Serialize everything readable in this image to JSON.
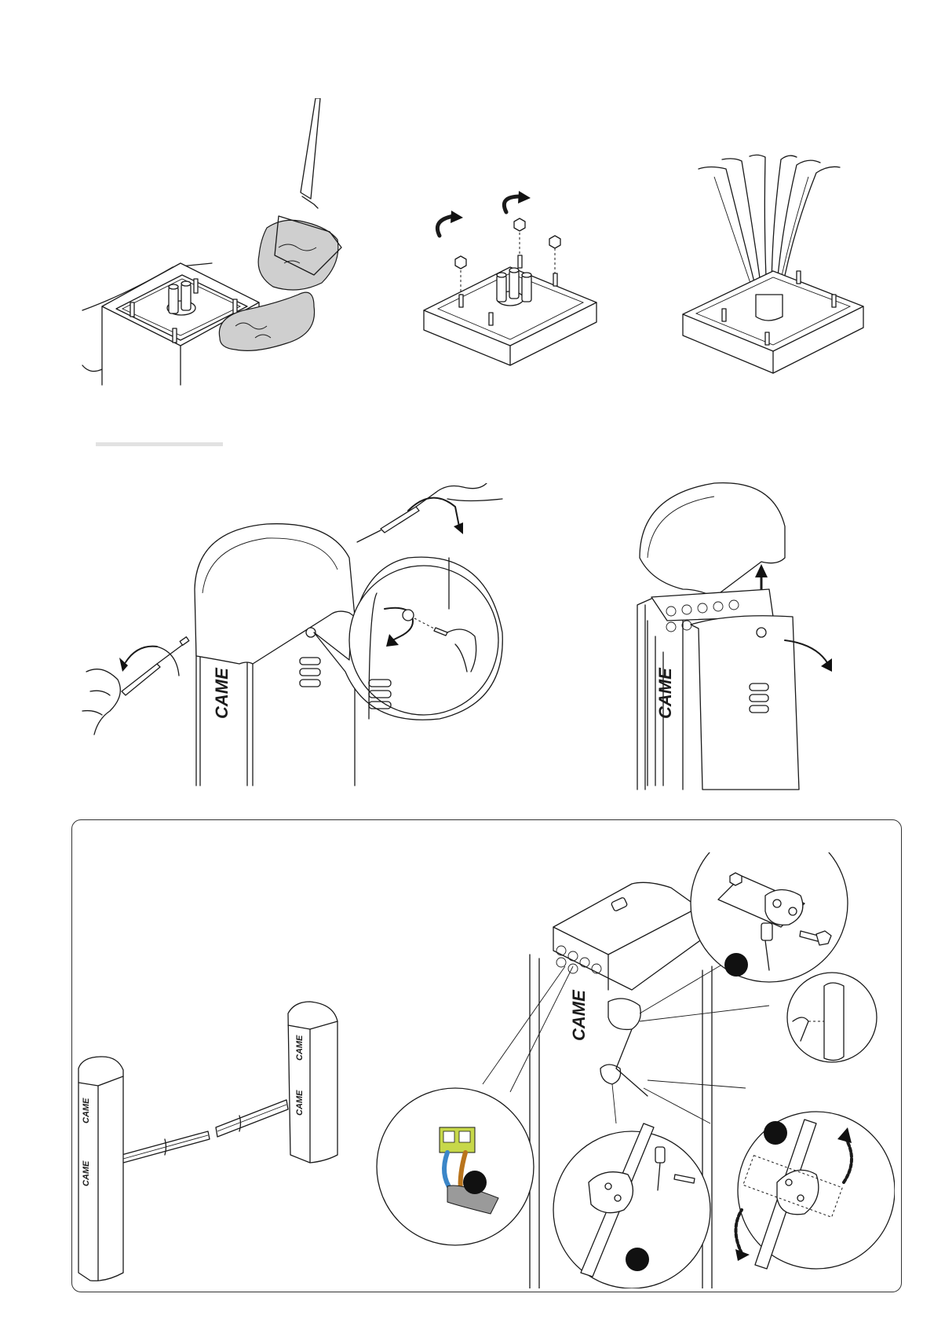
{
  "brand": {
    "logo_text": "CAME"
  },
  "figures": {
    "step1": "shovel-filling-foundation-plate",
    "step2": "fastening-nuts-on-anchor-bolts",
    "step3": "cables-through-foundation-plate",
    "step4": "unscrew-cover-and-unlock-door",
    "step5": "lift-cover-open-door",
    "panel": "barrier-overview-and-details"
  },
  "colors": {
    "terminal": "#c7d84a",
    "wire_blue": "#3b86c8",
    "wire_brown": "#b9741c",
    "cable_gray": "#9a9a9a",
    "line": "#1a1a1a"
  }
}
